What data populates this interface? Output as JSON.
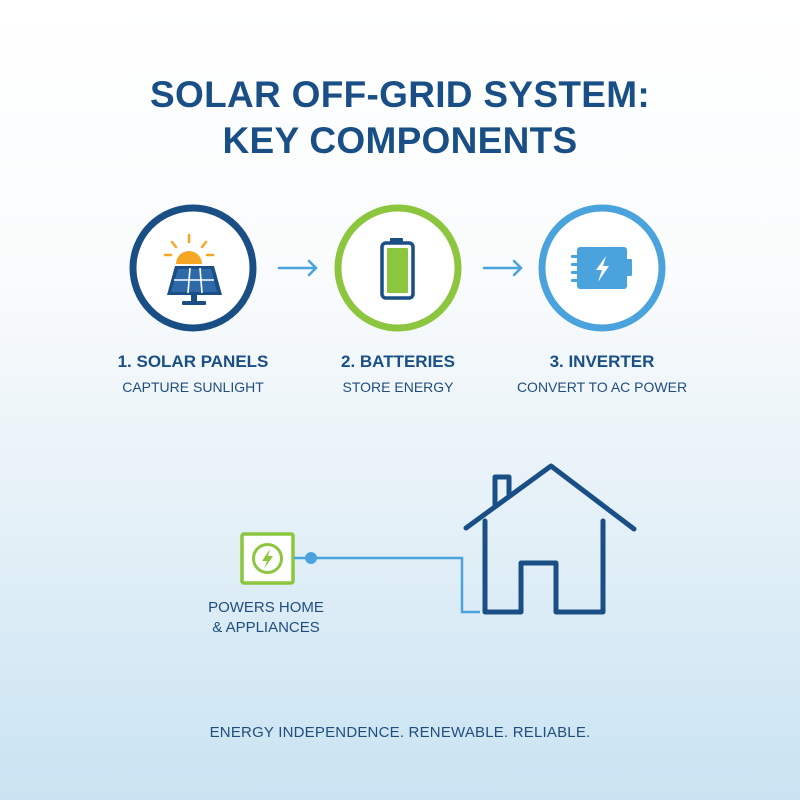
{
  "title": {
    "line1": "SOLAR OFF-GRID SYSTEM:",
    "line2": "KEY COMPONENTS"
  },
  "components": [
    {
      "name": "1. SOLAR PANELS",
      "description": "CAPTURE SUNLIGHT",
      "icon": "solar-panel-icon",
      "ring_color": "#1a4f86"
    },
    {
      "name": "2. BATTERIES",
      "description": "STORE ENERGY",
      "icon": "battery-icon",
      "ring_color": "#8cc63f"
    },
    {
      "name": "3. INVERTER",
      "description": "CONVERT TO AC POWER",
      "icon": "inverter-icon",
      "ring_color": "#4aa3dc"
    }
  ],
  "flow_arrows": [
    "arrow-right-icon",
    "arrow-right-icon"
  ],
  "output": {
    "icon": "power-outlet-icon",
    "label_line1": "POWERS HOME",
    "label_line2": "& APPLIANCES",
    "destination_icon": "house-icon"
  },
  "tagline": "ENERGY INDEPENDENCE. RENEWABLE. RELIABLE.",
  "colors": {
    "navy": "#1a4f86",
    "green": "#8cc63f",
    "sky": "#4aa3dc",
    "sun": "#f5a623"
  }
}
